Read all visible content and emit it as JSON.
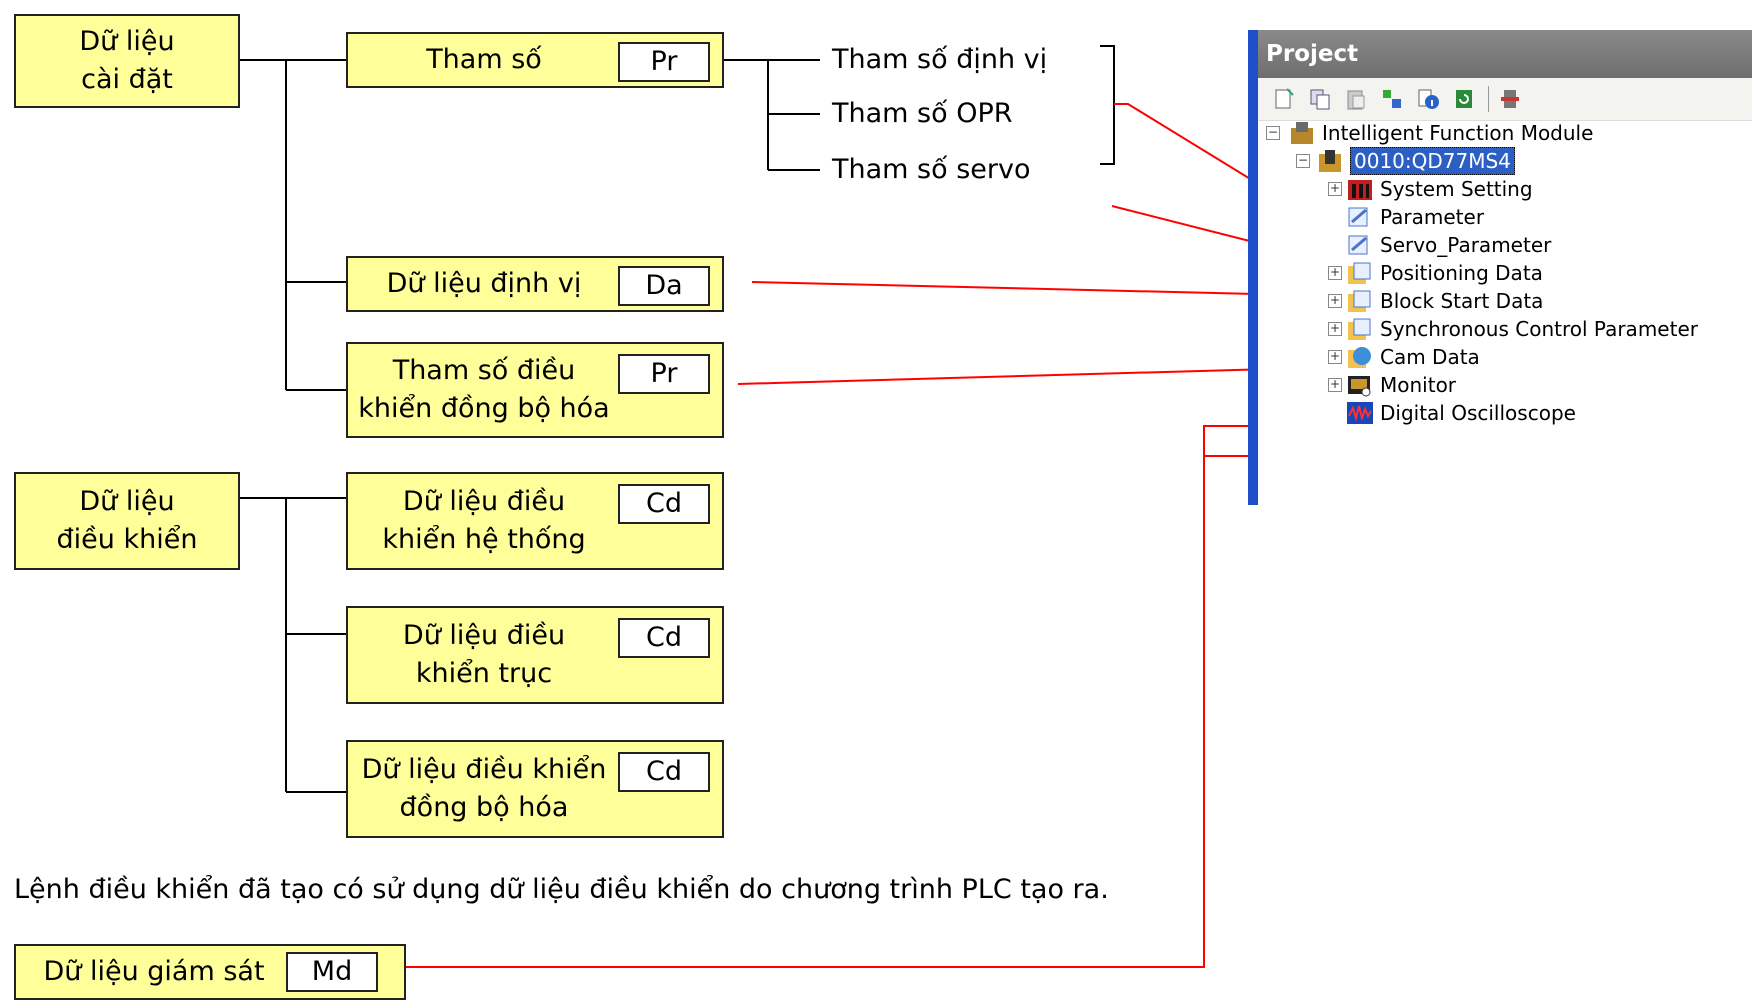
{
  "groups": {
    "setting": {
      "line1": "Dữ liệu",
      "line2": "cài đặt"
    },
    "control": {
      "line1": "Dữ liệu",
      "line2": "điều khiển"
    },
    "monitor": {
      "label": "Dữ liệu giám sát",
      "code": "Md"
    }
  },
  "items": [
    {
      "line1": "Tham số",
      "line2": "",
      "code": "Pr"
    },
    {
      "line1": "Dữ liệu định vị",
      "line2": "",
      "code": "Da"
    },
    {
      "line1": "Tham số điều",
      "line2": "khiển đồng bộ hóa",
      "code": "Pr"
    },
    {
      "line1": "Dữ liệu điều",
      "line2": "khiển hệ thống",
      "code": "Cd"
    },
    {
      "line1": "Dữ liệu điều",
      "line2": "khiển trục",
      "code": "Cd"
    },
    {
      "line1": "Dữ liệu điều khiển",
      "line2": "đồng bộ hóa",
      "code": "Cd"
    }
  ],
  "param_subs": [
    "Tham số định vị",
    "Tham số OPR",
    "Tham số servo"
  ],
  "note": "Lệnh điều khiển đã tạo có sử dụng dữ liệu điều khiển do chương trình PLC tạo ra.",
  "project": {
    "title": "Project",
    "root": "Intelligent Function Module",
    "module": "0010:QD77MS4",
    "nodes": [
      "System Setting",
      "Parameter",
      "Servo_Parameter",
      "Positioning Data",
      "Block Start Data",
      "Synchronous Control Parameter",
      "Cam Data",
      "Monitor",
      "Digital Oscilloscope"
    ]
  },
  "colors": {
    "box_fill": "#ffff99",
    "arrow": "#ff0000",
    "selection": "#2c5fc4",
    "panel_bar": "#1f4ec8"
  }
}
